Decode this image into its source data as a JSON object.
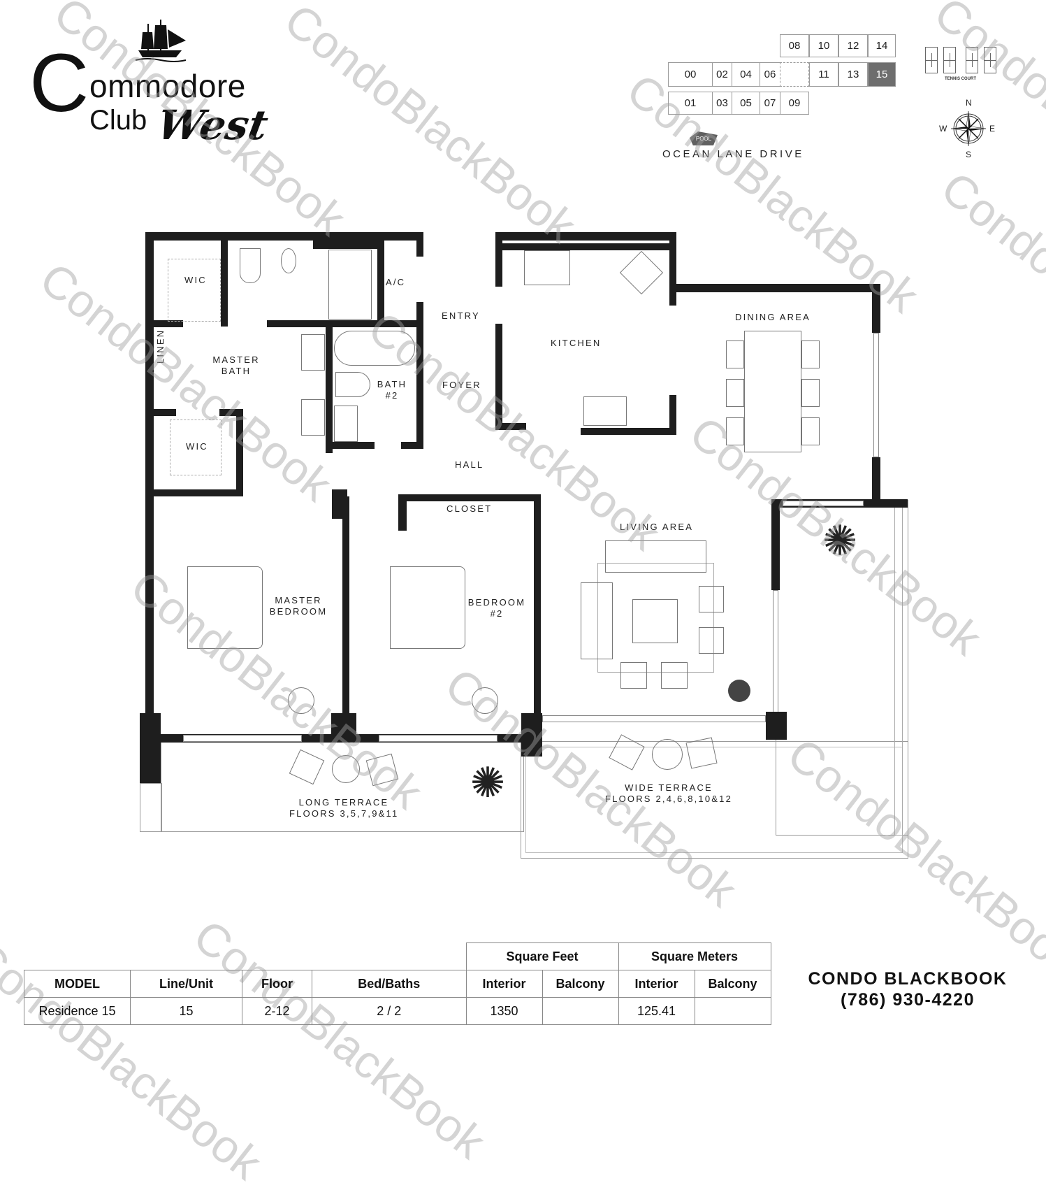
{
  "logo": {
    "icon": "sailing-ship-icon",
    "line1_initial": "C",
    "line1_rest": "ommodore",
    "line2": "Club",
    "script": "West"
  },
  "key_plan": {
    "units_top_row": [
      "08",
      "10",
      "12",
      "14"
    ],
    "units_middle_row": [
      "00",
      "02",
      "04",
      "06",
      "11",
      "13",
      "15"
    ],
    "units_bottom_row": [
      "01",
      "03",
      "05",
      "07",
      "09"
    ],
    "selected_unit": "15",
    "selected_color": "#6e6e6e",
    "pool_label": "POOL",
    "street_label": "OCEAN LANE DRIVE",
    "tennis_label": "TENNIS COURT",
    "compass": {
      "icon": "compass-rose-icon",
      "n": "N",
      "s": "S",
      "e": "E",
      "w": "W"
    }
  },
  "floor_plan": {
    "rooms": {
      "wic_top": "WIC",
      "wic_bottom": "WIC",
      "linen": "LINEN",
      "master_bath": [
        "MASTER",
        "BATH"
      ],
      "ac": "A/C",
      "entry": "ENTRY",
      "foyer": "FOYER",
      "kitchen": "KITCHEN",
      "dining": "DINING AREA",
      "bath2": [
        "BATH",
        "#2"
      ],
      "hall": "HALL",
      "closet": "CLOSET",
      "living": "LIVING AREA",
      "master_bedroom": [
        "MASTER",
        "BEDROOM"
      ],
      "bedroom2": [
        "BEDROOM",
        "#2"
      ],
      "long_terrace": [
        "LONG TERRACE",
        "FLOORS 3,5,7,9&11"
      ],
      "wide_terrace": [
        "WIDE TERRACE",
        "FLOORS 2,4,6,8,10&12"
      ]
    },
    "wall_color": "#1e1e1e"
  },
  "watermark": "CondoBlackBook",
  "spec_table": {
    "group_headers": [
      "Square Feet",
      "Square Meters"
    ],
    "headers": [
      "MODEL",
      "Line/Unit",
      "Floor",
      "Bed/Baths",
      "Interior",
      "Balcony",
      "Interior",
      "Balcony"
    ],
    "row": [
      "Residence 15",
      "15",
      "2-12",
      "2 / 2",
      "1350",
      "",
      "125.41",
      ""
    ]
  },
  "brand": {
    "name": "CONDO BLACKBOOK",
    "phone": "(786) 930-4220"
  }
}
